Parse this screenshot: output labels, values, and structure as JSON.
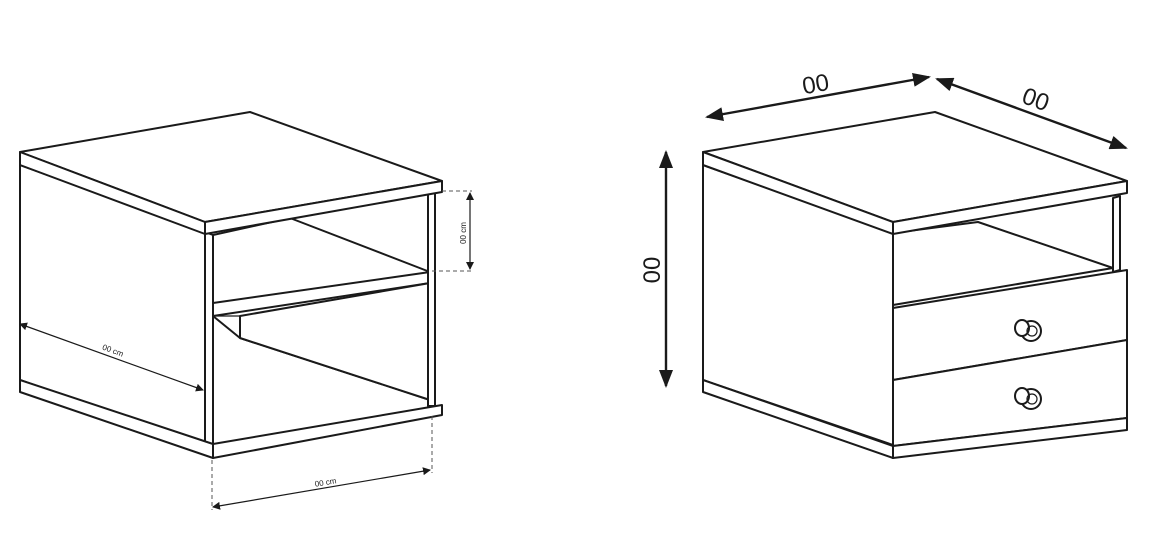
{
  "left_drawing": {
    "shelf_height_label": "00 cm",
    "depth_label": "00 cm",
    "width_label": "00 cm"
  },
  "right_drawing": {
    "width_label": "00",
    "depth_label": "00",
    "height_label": "00"
  }
}
